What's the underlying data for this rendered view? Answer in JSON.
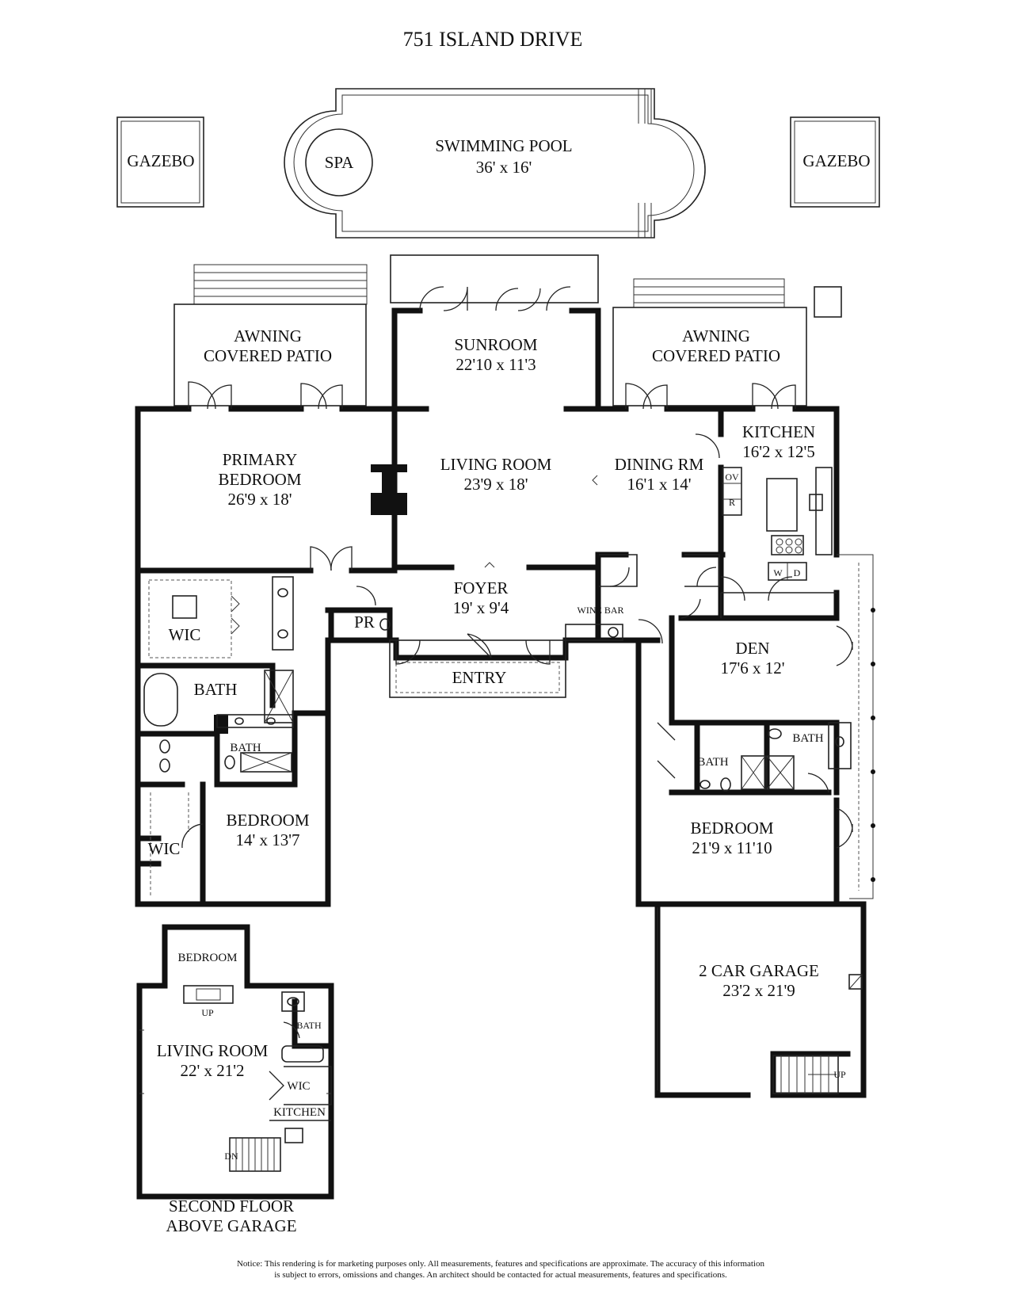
{
  "title": "751 ISLAND DRIVE",
  "outdoor": {
    "gazebo_left": "GAZEBO",
    "gazebo_right": "GAZEBO",
    "pool_name": "SWIMMING POOL",
    "pool_size": "36' x 16'",
    "spa": "SPA",
    "patio_left_line1": "AWNING",
    "patio_left_line2": "COVERED PATIO",
    "patio_right_line1": "AWNING",
    "patio_right_line2": "COVERED PATIO"
  },
  "rooms": {
    "sunroom": {
      "name": "SUNROOM",
      "size": "22'10 x 11'3"
    },
    "primary_bedroom": {
      "line1": "PRIMARY",
      "line2": "BEDROOM",
      "size": "26'9 x 18'"
    },
    "living_room": {
      "name": "LIVING ROOM",
      "size": "23'9 x 18'"
    },
    "dining_rm": {
      "name": "DINING RM",
      "size": "16'1 x 14'"
    },
    "kitchen": {
      "name": "KITCHEN",
      "size": "16'2 x 12'5"
    },
    "foyer": {
      "name": "FOYER",
      "size": "19' x 9'4"
    },
    "den": {
      "name": "DEN",
      "size": "17'6 x 12'"
    },
    "bedroom_left": {
      "name": "BEDROOM",
      "size": "14' x 13'7"
    },
    "bedroom_right": {
      "name": "BEDROOM",
      "size": "21'9 x 11'10"
    },
    "garage": {
      "name": "2 CAR GARAGE",
      "size": "23'2 x 21'9"
    },
    "upper_living": {
      "name": "LIVING ROOM",
      "size": "22' x 21'2"
    }
  },
  "labels": {
    "wic_primary": "WIC",
    "bath_primary": "BATH",
    "bath_hall": "BATH",
    "wic_bedroom": "WIC",
    "pr": "PR",
    "wine_bar": "WINE BAR",
    "entry": "ENTRY",
    "ov": "OV",
    "r": "R",
    "w": "W",
    "d": "D",
    "bath_den": "BATH",
    "bath_right": "BATH",
    "up_garage": "UP",
    "bedroom_upper": "BEDROOM",
    "up_upper": "UP",
    "bath_upper": "BATH",
    "wic_upper": "WIC",
    "kitchen_upper": "KITCHEN",
    "dn_upper": "DN"
  },
  "second_floor_line1": "SECOND FLOOR",
  "second_floor_line2": "ABOVE GARAGE",
  "notice_line1": "Notice: This rendering is for marketing purposes only. All measurements, features and specifications are approximate. The accuracy of this information",
  "notice_line2": "is subject to errors, omissions and changes. An architect should be contacted for actual measurements, features and specifications."
}
